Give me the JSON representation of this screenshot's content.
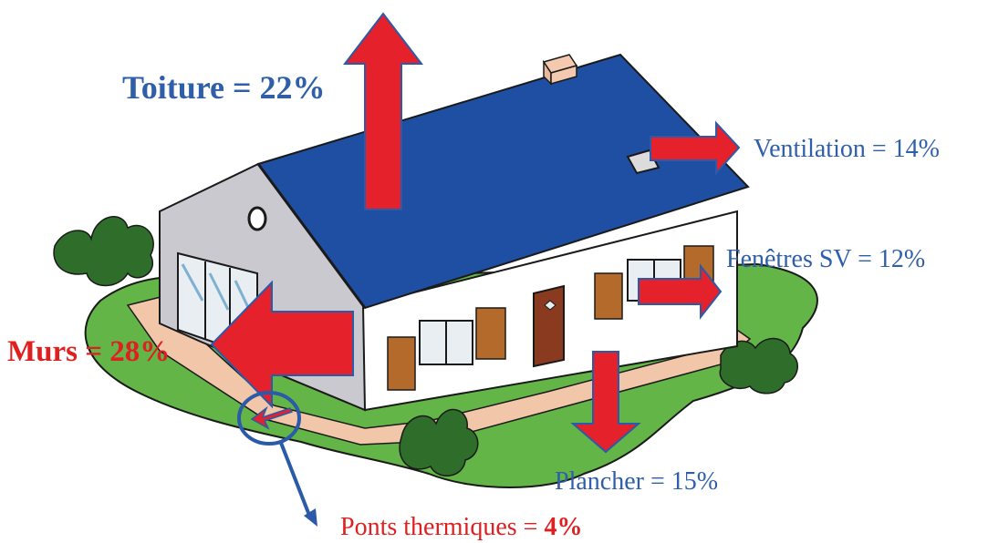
{
  "labels": {
    "toiture": "Toiture = 22%",
    "ventilation": "Ventilation = 14%",
    "fenetres": "Fenêtres SV = 12%",
    "murs": "Murs = 28%",
    "plancher": "Plancher =  15%",
    "ponts_text": "Ponts thermiques = ",
    "ponts_value": "4%"
  },
  "colors": {
    "arrow_red": "#e5212b",
    "arrow_outline": "#2b5aa8",
    "label_blue": "#2e5fa8",
    "label_red": "#e02020",
    "roof": "#1f4fa3",
    "wall": "#ffffff",
    "gable": "#c9c9cf",
    "lawn": "#63b548",
    "path": "#f2c6a8",
    "shutter": "#b46a2a",
    "door": "#8a3a1f",
    "bush": "#2e6e2a",
    "chimney": "#f4c9b0"
  }
}
